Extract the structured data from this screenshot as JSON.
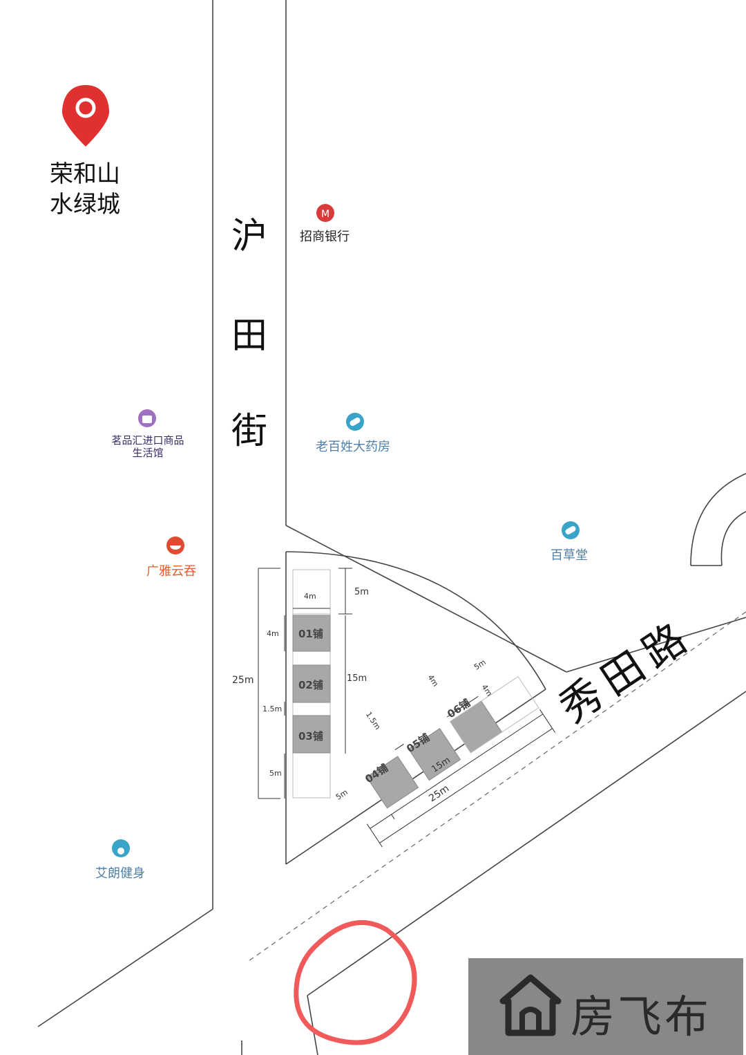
{
  "pin": {
    "line1": "荣和山",
    "line2": "水绿城",
    "color": "#e03030"
  },
  "streets": {
    "hutian_1": "沪",
    "hutian_2": "田",
    "hutian_3": "街",
    "xiutian": "秀田路"
  },
  "pois": {
    "bank": "招商银行",
    "mall_line1": "茗品汇进口商品",
    "mall_line2": "生活馆",
    "pharmacy1": "老百姓大药房",
    "pharmacy2": "百草堂",
    "restaurant": "广雅云吞",
    "gym": "艾朗健身"
  },
  "shops": [
    "01铺",
    "02铺",
    "03铺",
    "04铺",
    "05铺",
    "06铺"
  ],
  "dims": {
    "d_4m_top": "4m",
    "d_5m_top": "5m",
    "d_4m_left": "4m",
    "d_25m_left": "25m",
    "d_15m": "15m",
    "d_1_5m": "1.5m",
    "d_5m_bottom": "5m",
    "r_4m": "4m",
    "r_5m": "5m",
    "r_4m_side": "4m",
    "r_1_5m": "1.5m",
    "r_5m_left": "5m",
    "r_15m": "15m",
    "r_25m": "25m"
  },
  "watermark": {
    "text": "房飞布"
  },
  "colors": {
    "shop_fill": "#a8a8a8",
    "highlight_circle": "#f05a5a",
    "poi_blue": "#3aa3c8",
    "poi_purple": "#a070c0",
    "poi_red": "#e04a30"
  }
}
